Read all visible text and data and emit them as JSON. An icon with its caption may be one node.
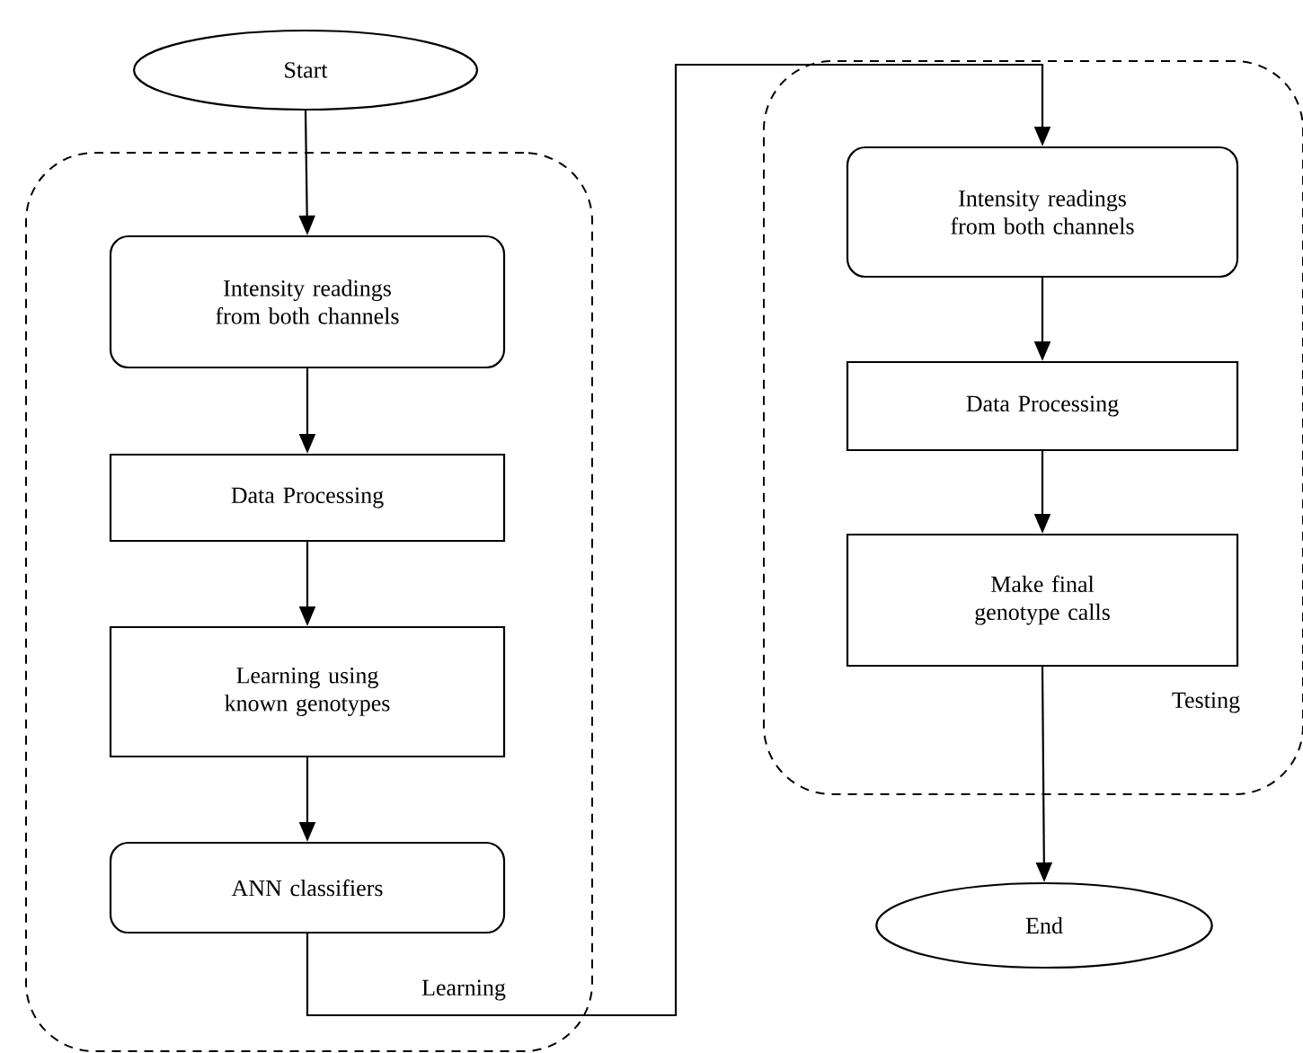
{
  "diagram": {
    "nodes": [
      {
        "text": [
          "Start"
        ]
      },
      {
        "text": [
          "Learning"
        ]
      },
      {
        "text": [
          "Intensity readings from both channels"
        ],
        "in": 1
      },
      {
        "text": [
          "Data Processing"
        ],
        "in": 1
      },
      {
        "text": [
          "Learning using known genotypes"
        ],
        "in": 1
      },
      {
        "text": [
          "ANN classifiers"
        ],
        "in": 1
      },
      {
        "text": [
          "Testing"
        ]
      },
      {
        "text": [
          "Intensity readings from both channels"
        ],
        "in": 6
      },
      {
        "text": [
          "Data Processing"
        ],
        "in": 6
      },
      {
        "text": [
          "Make final genotype calls"
        ],
        "in": 6
      },
      {
        "text": [
          "End"
        ]
      }
    ],
    "edges": [
      {
        "from": 0,
        "to": 2,
        "arrow": "to"
      },
      {
        "from": 2,
        "to": 3,
        "arrow": "to"
      },
      {
        "from": 3,
        "to": 4,
        "arrow": "to"
      },
      {
        "from": 4,
        "to": 5,
        "arrow": "to"
      },
      {
        "from": 5,
        "to": 7,
        "arrow": "to"
      },
      {
        "from": 7,
        "to": 8,
        "arrow": "to"
      },
      {
        "from": 8,
        "to": 9,
        "arrow": "to"
      },
      {
        "from": 9,
        "to": 10,
        "arrow": "to"
      }
    ]
  }
}
